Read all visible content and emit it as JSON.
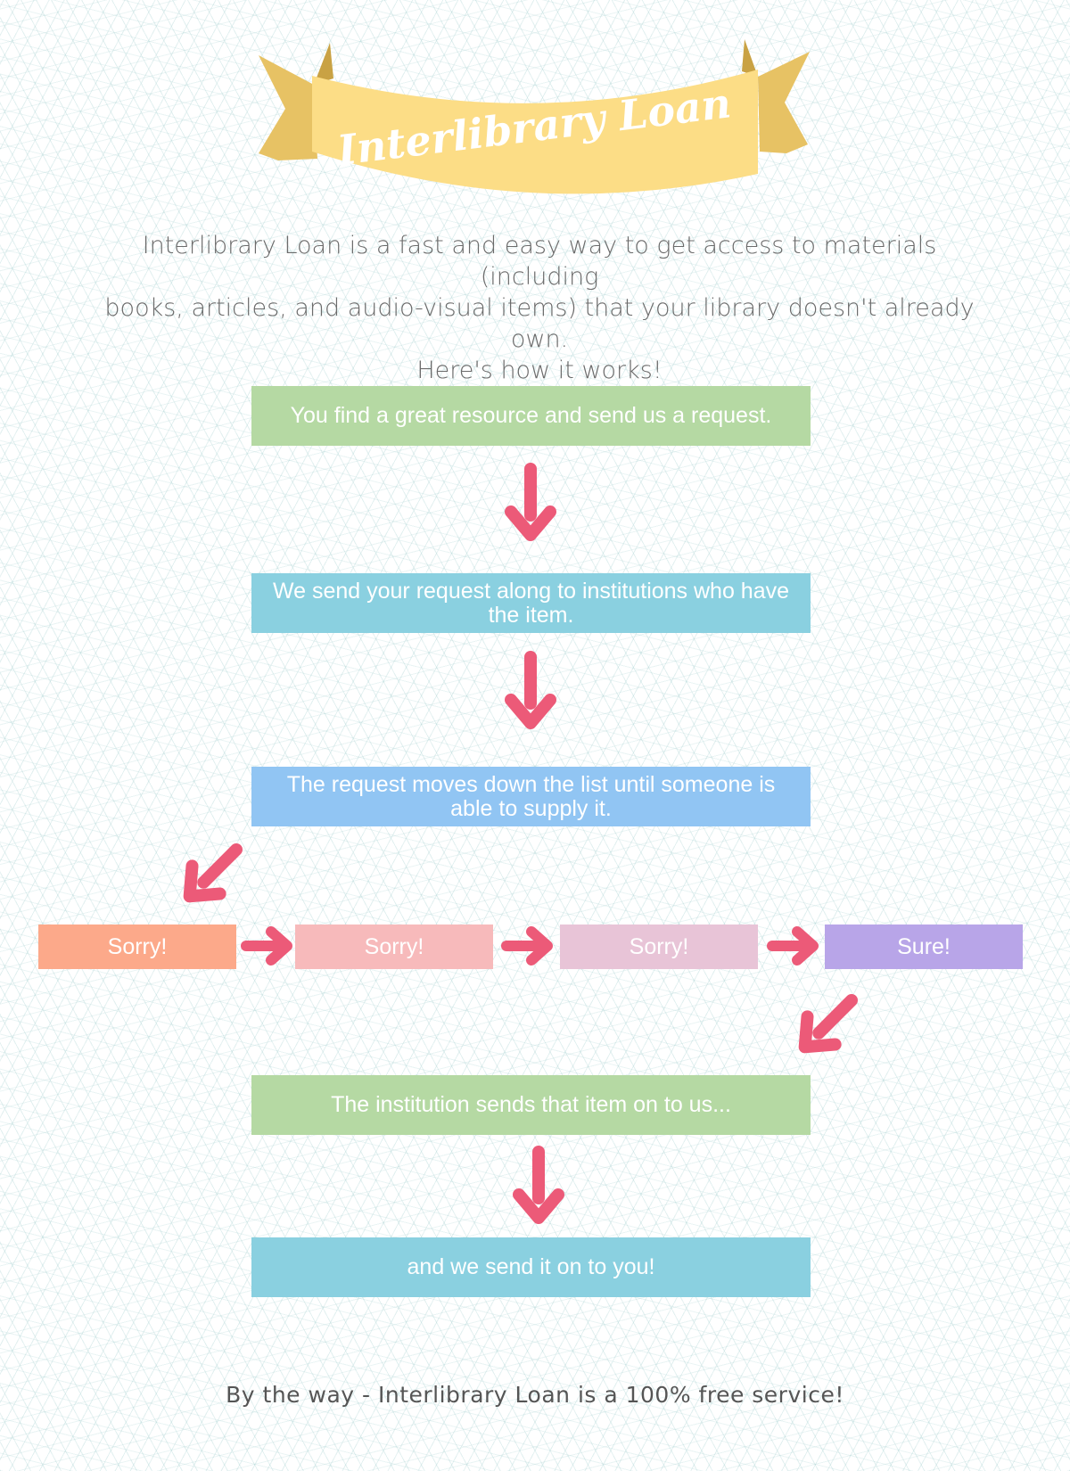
{
  "banner": {
    "title": "Interlibrary Loan"
  },
  "intro": {
    "line1": "Interlibrary Loan is a fast and easy way to get access to materials (including",
    "line2": "books, articles, and audio-visual items) that your library doesn't already own.",
    "line3": "Here's how it works!"
  },
  "steps": [
    {
      "label": "You find a great resource and send us a request.",
      "color": "#b5d9a3"
    },
    {
      "label": "We send your request along to institutions who have the item.",
      "color": "#8ad0e0"
    },
    {
      "label": "The request moves down the list until someone is able to supply it.",
      "color": "#91c5f3"
    },
    {
      "label": "The institution sends that item on to us...",
      "color": "#b5d9a3"
    },
    {
      "label": "and we send it on to you!",
      "color": "#8ad0e0"
    }
  ],
  "responses": [
    {
      "label": "Sorry!",
      "color": "#fca98a"
    },
    {
      "label": "Sorry!",
      "color": "#f7babb"
    },
    {
      "label": "Sorry!",
      "color": "#e8c4d7"
    },
    {
      "label": "Sure!",
      "color": "#b8a5e8"
    }
  ],
  "colors": {
    "arrow": "#ec5a78",
    "ribbon_front": "#fcdd86",
    "ribbon_back": "#e7c264",
    "ribbon_fold": "#c9a244"
  },
  "footer": {
    "text": "By the way - Interlibrary Loan is a 100% free service!"
  }
}
